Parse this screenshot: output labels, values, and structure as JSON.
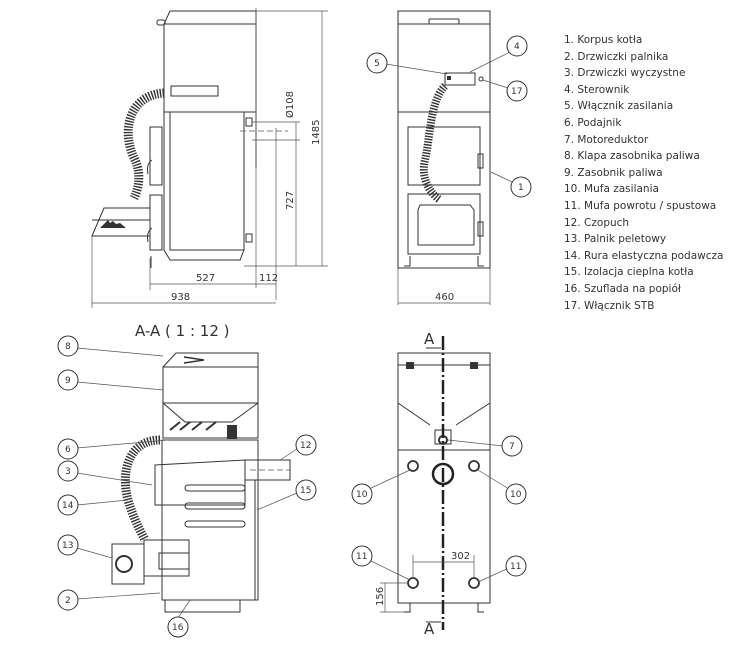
{
  "legend": {
    "items": [
      {
        "num": "1.",
        "label": "Korpus kotła"
      },
      {
        "num": "2.",
        "label": "Drzwiczki palnika"
      },
      {
        "num": "3.",
        "label": "Drzwiczki wyczystne"
      },
      {
        "num": "4.",
        "label": "Sterownik"
      },
      {
        "num": "5.",
        "label": "Włącznik zasilania"
      },
      {
        "num": "6.",
        "label": "Podajnik"
      },
      {
        "num": "7.",
        "label": "Motoreduktor"
      },
      {
        "num": "8.",
        "label": "Klapa zasobnika paliwa"
      },
      {
        "num": "9.",
        "label": "Zasobnik paliwa"
      },
      {
        "num": "10.",
        "label": "Mufa zasilania"
      },
      {
        "num": "11.",
        "label": "Mufa powrotu / spustowa"
      },
      {
        "num": "12.",
        "label": "Czopuch"
      },
      {
        "num": "13.",
        "label": "Palnik peletowy"
      },
      {
        "num": "14.",
        "label": "Rura elastyczna podawcza"
      },
      {
        "num": "15.",
        "label": "Izolacja cieplna kotła"
      },
      {
        "num": "16.",
        "label": "Szuflada na popiół"
      },
      {
        "num": "17.",
        "label": "Włącznik STB"
      }
    ]
  },
  "side_view": {
    "dimensions": {
      "width_total": "938",
      "body_depth": "527",
      "flue_offset": "112",
      "flue_height": "727",
      "total_height": "1485",
      "flue_diameter": "Ø108"
    }
  },
  "front_view": {
    "dimensions": {
      "width": "460"
    },
    "balloons": [
      "5",
      "4",
      "17",
      "1"
    ]
  },
  "section_view": {
    "title": "A-A ( 1 : 12 )",
    "balloons": [
      "8",
      "9",
      "6",
      "3",
      "14",
      "13",
      "2",
      "16",
      "12",
      "15"
    ]
  },
  "rear_view": {
    "section_marker": "A",
    "dimensions": {
      "spacing": "302",
      "height": "156"
    },
    "balloons": [
      "7",
      "10",
      "10",
      "11",
      "11"
    ]
  }
}
